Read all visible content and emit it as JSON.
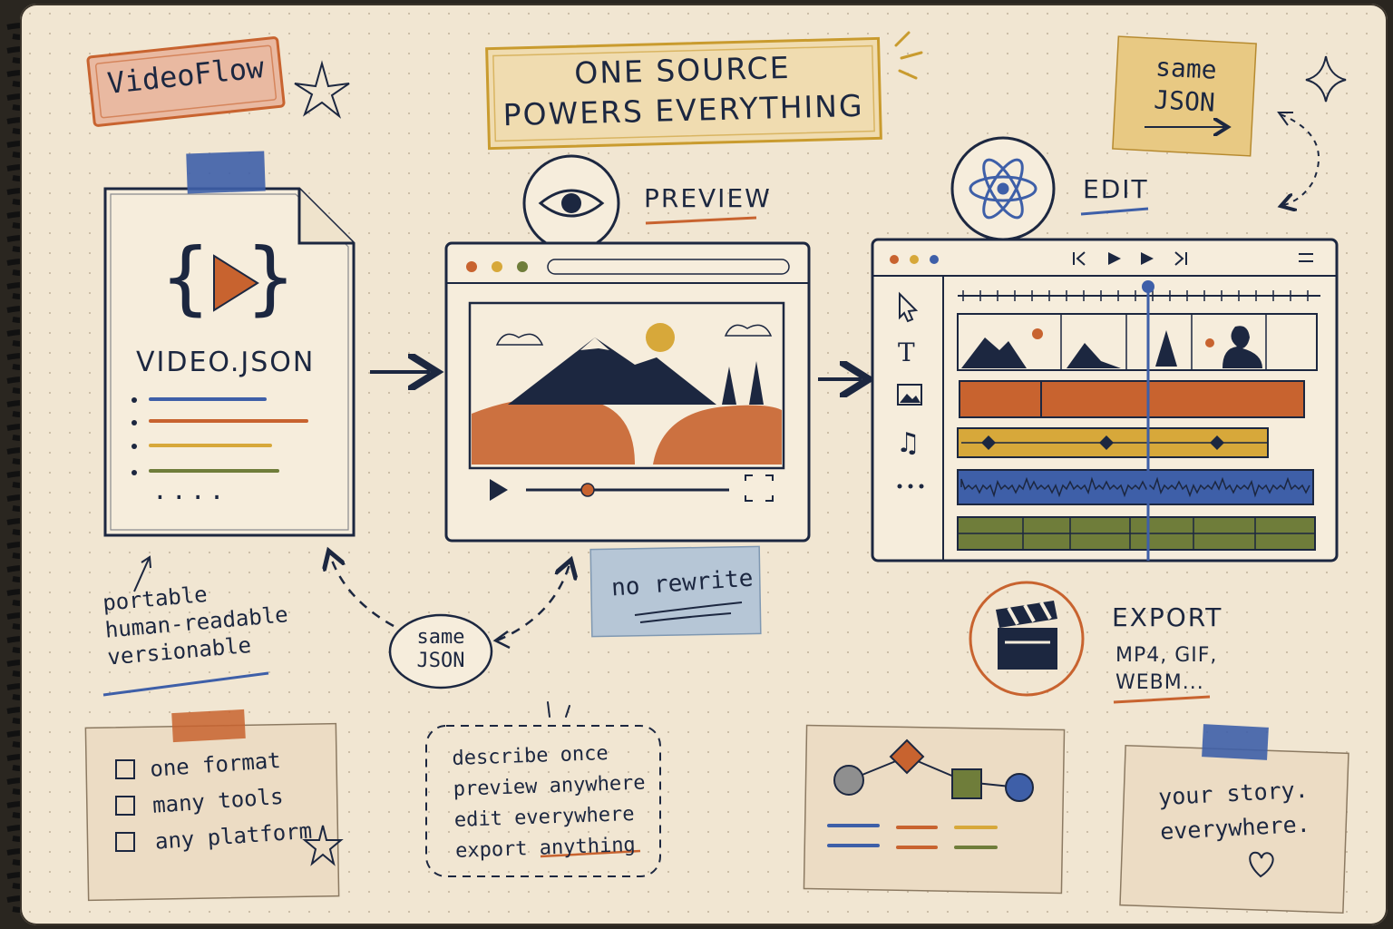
{
  "brand": "VideoFlow",
  "headline": {
    "line1": "ONE SOURCE",
    "line2": "POWERS EVERYTHING"
  },
  "source_file": {
    "label": "VIDEO.JSON",
    "dots": "...."
  },
  "source_traits": [
    "portable",
    "human-readable",
    "versionable"
  ],
  "preview": {
    "label": "PREVIEW"
  },
  "edit": {
    "label": "EDIT"
  },
  "export": {
    "label": "EXPORT",
    "formats_line1": "MP4, GIF,",
    "formats_line2": "WEBM..."
  },
  "same_json_top": {
    "line1": "same",
    "line2": "JSON"
  },
  "same_json_bubble": {
    "line1": "same",
    "line2": "JSON"
  },
  "no_rewrite": "no rewrite",
  "checklist": [
    "one format",
    "many tools",
    "any platform"
  ],
  "mantra": [
    "describe once",
    "preview anywhere",
    "edit everywhere",
    "export anything"
  ],
  "closing": {
    "line1": "your story.",
    "line2": "everywhere."
  },
  "colors": {
    "ink": "#1c2740",
    "blue": "#3e5fa8",
    "orange": "#c8632f",
    "yellow": "#d7a83a",
    "green": "#6f7d3a",
    "paper": "#f1e6d2"
  },
  "icons": [
    "eye-icon",
    "react-atom-icon",
    "clapperboard-icon",
    "play-icon",
    "cursor-icon",
    "text-icon",
    "image-icon",
    "music-icon"
  ]
}
